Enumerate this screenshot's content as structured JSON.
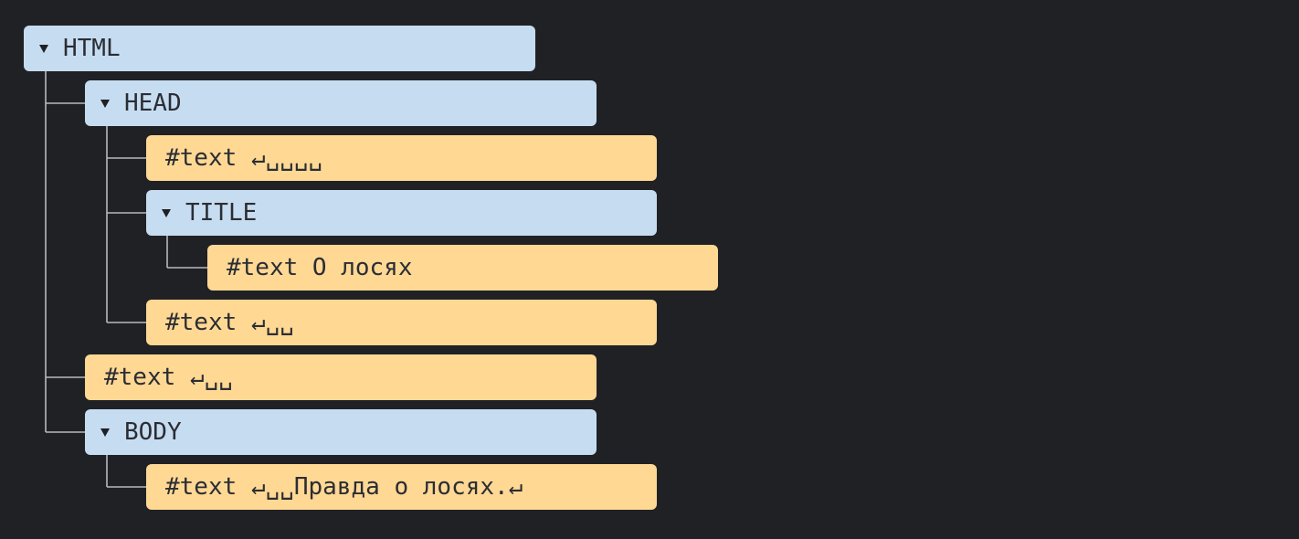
{
  "tree": {
    "html": {
      "label": "HTML"
    },
    "head": {
      "label": "HEAD"
    },
    "head_text1": {
      "label": "#text ↵␣␣␣␣"
    },
    "title": {
      "label": "TITLE"
    },
    "title_text": {
      "label": "#text О лосях"
    },
    "head_text2": {
      "label": "#text ↵␣␣"
    },
    "html_text": {
      "label": "#text ↵␣␣"
    },
    "body": {
      "label": "BODY"
    },
    "body_text": {
      "label": "#text ↵␣␣Правда о лосях.↵"
    }
  },
  "colors": {
    "background": "#202125",
    "element_node": "#c6dcf1",
    "text_node": "#ffd894",
    "connector": "#b7b9bf"
  }
}
